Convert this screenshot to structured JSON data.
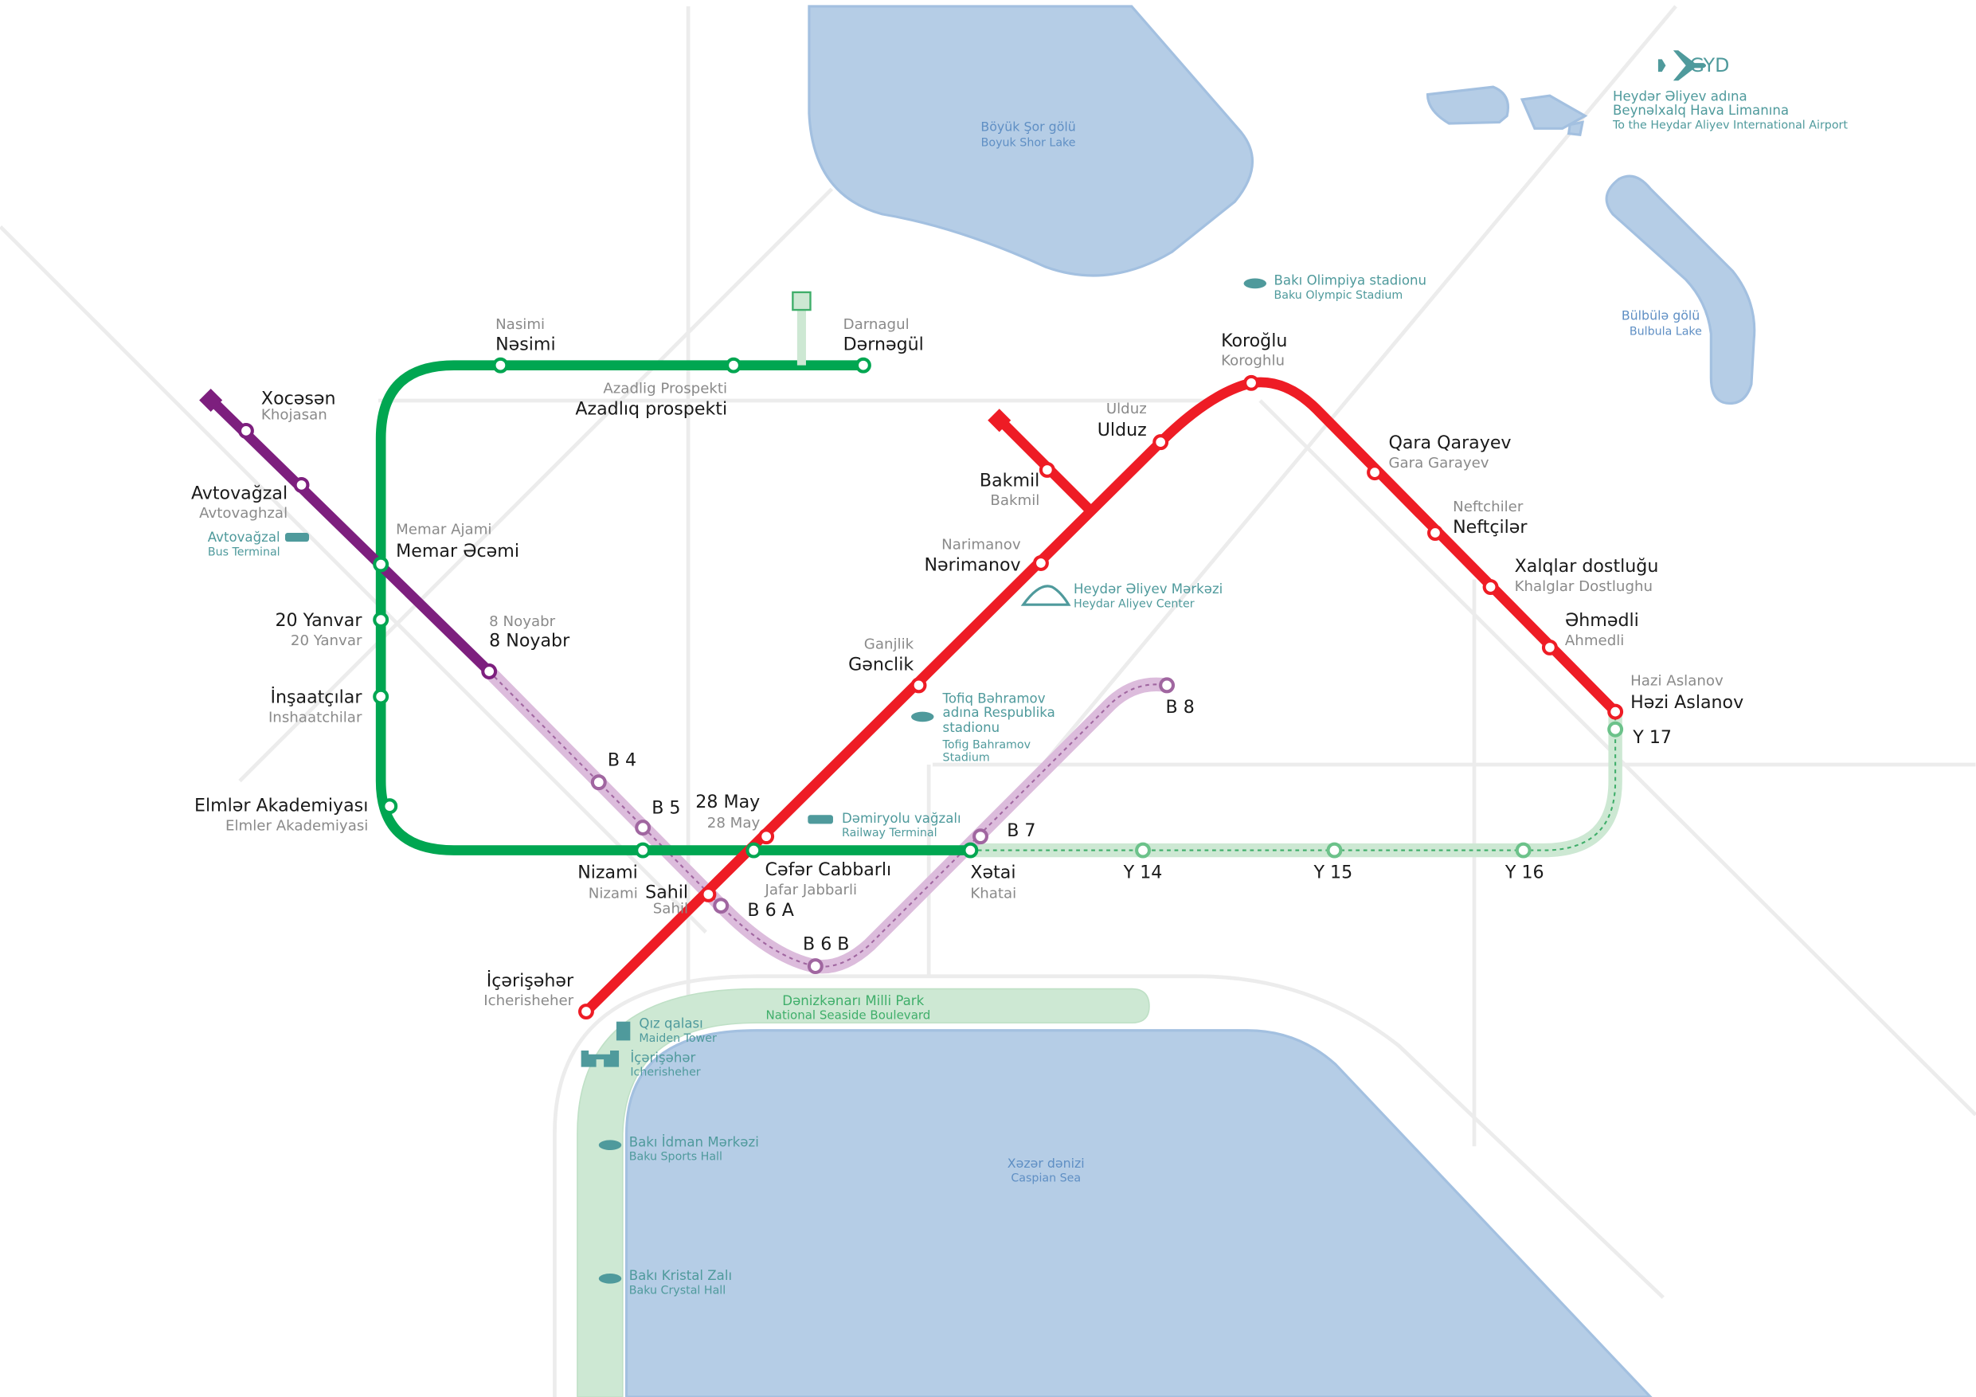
{
  "colors": {
    "green": "#00a651",
    "red": "#ee1c25",
    "purple": "#7d1f7e",
    "purple_planned": "#dcbcdc",
    "green_planned": "#cde8d3",
    "water": "#b5cde6",
    "road": "#ececec",
    "poi": "#4f9a9c"
  },
  "stations": [
    {
      "id": "nesimi",
      "az": "Nəsimi",
      "en": "Nasimi",
      "line": "green"
    },
    {
      "id": "azadliq",
      "az": "Azadlıq prospekti",
      "en": "Azadlig Prospekti",
      "line": "green"
    },
    {
      "id": "dernegul",
      "az": "Dərnəgül",
      "en": "Darnagul",
      "line": "green"
    },
    {
      "id": "memar",
      "az": "Memar Əcəmi",
      "en": "Memar Ajami",
      "line": "green"
    },
    {
      "id": "yanvar",
      "az": "20 Yanvar",
      "en": "20 Yanvar",
      "line": "green"
    },
    {
      "id": "inshaat",
      "az": "İnşaatçılar",
      "en": "Inshaatchilar",
      "line": "green"
    },
    {
      "id": "elmler",
      "az": "Elmlər Akademiyası",
      "en": "Elmler Akademiyasi",
      "line": "green"
    },
    {
      "id": "nizami",
      "az": "Nizami",
      "en": "Nizami",
      "line": "green"
    },
    {
      "id": "jafar",
      "az": "Cəfər Cabbarlı",
      "en": "Jafar Jabbarli",
      "line": "green"
    },
    {
      "id": "xetai",
      "az": "Xətai",
      "en": "Khatai",
      "line": "green"
    },
    {
      "id": "xocesen",
      "az": "Xocəsən",
      "en": "Khojasan",
      "line": "purple"
    },
    {
      "id": "avtovagzal",
      "az": "Avtovağzal",
      "en": "Avtovaghzal",
      "line": "purple"
    },
    {
      "id": "noyabr",
      "az": "8 Noyabr",
      "en": "8 Noyabr",
      "line": "purple"
    },
    {
      "id": "icheri",
      "az": "İçərişəhər",
      "en": "Icherisheher",
      "line": "red"
    },
    {
      "id": "sahil",
      "az": "Sahil",
      "en": "Sahil",
      "line": "red"
    },
    {
      "id": "may28",
      "az": "28 May",
      "en": "28 May",
      "line": "red"
    },
    {
      "id": "genclik",
      "az": "Gənclik",
      "en": "Ganjlik",
      "line": "red"
    },
    {
      "id": "nerimanov",
      "az": "Nərimanov",
      "en": "Narimanov",
      "line": "red"
    },
    {
      "id": "bakmil",
      "az": "Bakmil",
      "en": "Bakmil",
      "line": "red"
    },
    {
      "id": "ulduz",
      "az": "Ulduz",
      "en": "Ulduz",
      "line": "red"
    },
    {
      "id": "koroglu",
      "az": "Koroğlu",
      "en": "Koroghlu",
      "line": "red"
    },
    {
      "id": "qara",
      "az": "Qara Qarayev",
      "en": "Gara Garayev",
      "line": "red"
    },
    {
      "id": "neftchiler",
      "az": "Neftçilər",
      "en": "Neftchiler",
      "line": "red"
    },
    {
      "id": "xalqlar",
      "az": "Xalqlar dostluğu",
      "en": "Khalglar Dostlughu",
      "line": "red"
    },
    {
      "id": "ehmedli",
      "az": "Əhmədli",
      "en": "Ahmedli",
      "line": "red"
    },
    {
      "id": "hezi",
      "az": "Həzi Aslanov",
      "en": "Hazi Aslanov",
      "line": "red"
    },
    {
      "id": "b4",
      "az": "B 4",
      "line": "purple-planned"
    },
    {
      "id": "b5",
      "az": "B 5",
      "line": "purple-planned"
    },
    {
      "id": "b6a",
      "az": "B 6 A",
      "line": "purple-planned"
    },
    {
      "id": "b6b",
      "az": "B 6 B",
      "line": "purple-planned"
    },
    {
      "id": "b7",
      "az": "B 7",
      "line": "purple-planned"
    },
    {
      "id": "b8",
      "az": "B 8",
      "line": "purple-planned"
    },
    {
      "id": "y14",
      "az": "Y 14",
      "line": "green-planned"
    },
    {
      "id": "y15",
      "az": "Y 15",
      "line": "green-planned"
    },
    {
      "id": "y16",
      "az": "Y 16",
      "line": "green-planned"
    },
    {
      "id": "y17",
      "az": "Y 17",
      "line": "green-planned"
    }
  ],
  "poi": {
    "airport": {
      "code": "GYD",
      "az1": "Heydər Əliyev adına",
      "az2": "Beynəlxalq Hava Limanına",
      "en": "To the Heydar Aliyev International Airport"
    },
    "olympic": {
      "az": "Bakı Olimpiya stadionu",
      "en": "Baku Olympic Stadium"
    },
    "aliyev_center": {
      "az": "Heydər Əliyev Mərkəzi",
      "en": "Heydar Aliyev Center"
    },
    "tofiq": {
      "az1": "Tofiq Bəhramov",
      "az2": "adına Respublika",
      "az3": "stadionu",
      "en1": "Tofig Bahramov",
      "en2": "Stadium"
    },
    "railway": {
      "az": "Dəmiryolu vağzalı",
      "en": "Railway Terminal"
    },
    "bus": {
      "az": "Avtovağzal",
      "en": "Bus Terminal"
    },
    "maiden": {
      "az": "Qız qalası",
      "en": "Maiden Tower"
    },
    "icheri": {
      "az": "İçərişəhər",
      "en": "Icherisheher"
    },
    "sports_hall": {
      "az": "Bakı İdman Mərkəzi",
      "en": "Baku Sports Hall"
    },
    "crystal": {
      "az": "Bakı Kristal Zalı",
      "en": "Baku Crystal Hall"
    },
    "park": {
      "az": "Dənizkənarı Milli Park",
      "en": "National Seaside Boulevard"
    }
  },
  "water": {
    "boyuk_shor": {
      "az": "Böyük Şor gölü",
      "en": "Boyuk Shor Lake"
    },
    "bulbula": {
      "az": "Bülbülə gölü",
      "en": "Bulbula Lake"
    },
    "caspian": {
      "az": "Xəzər dənizi",
      "en": "Caspian Sea"
    }
  }
}
